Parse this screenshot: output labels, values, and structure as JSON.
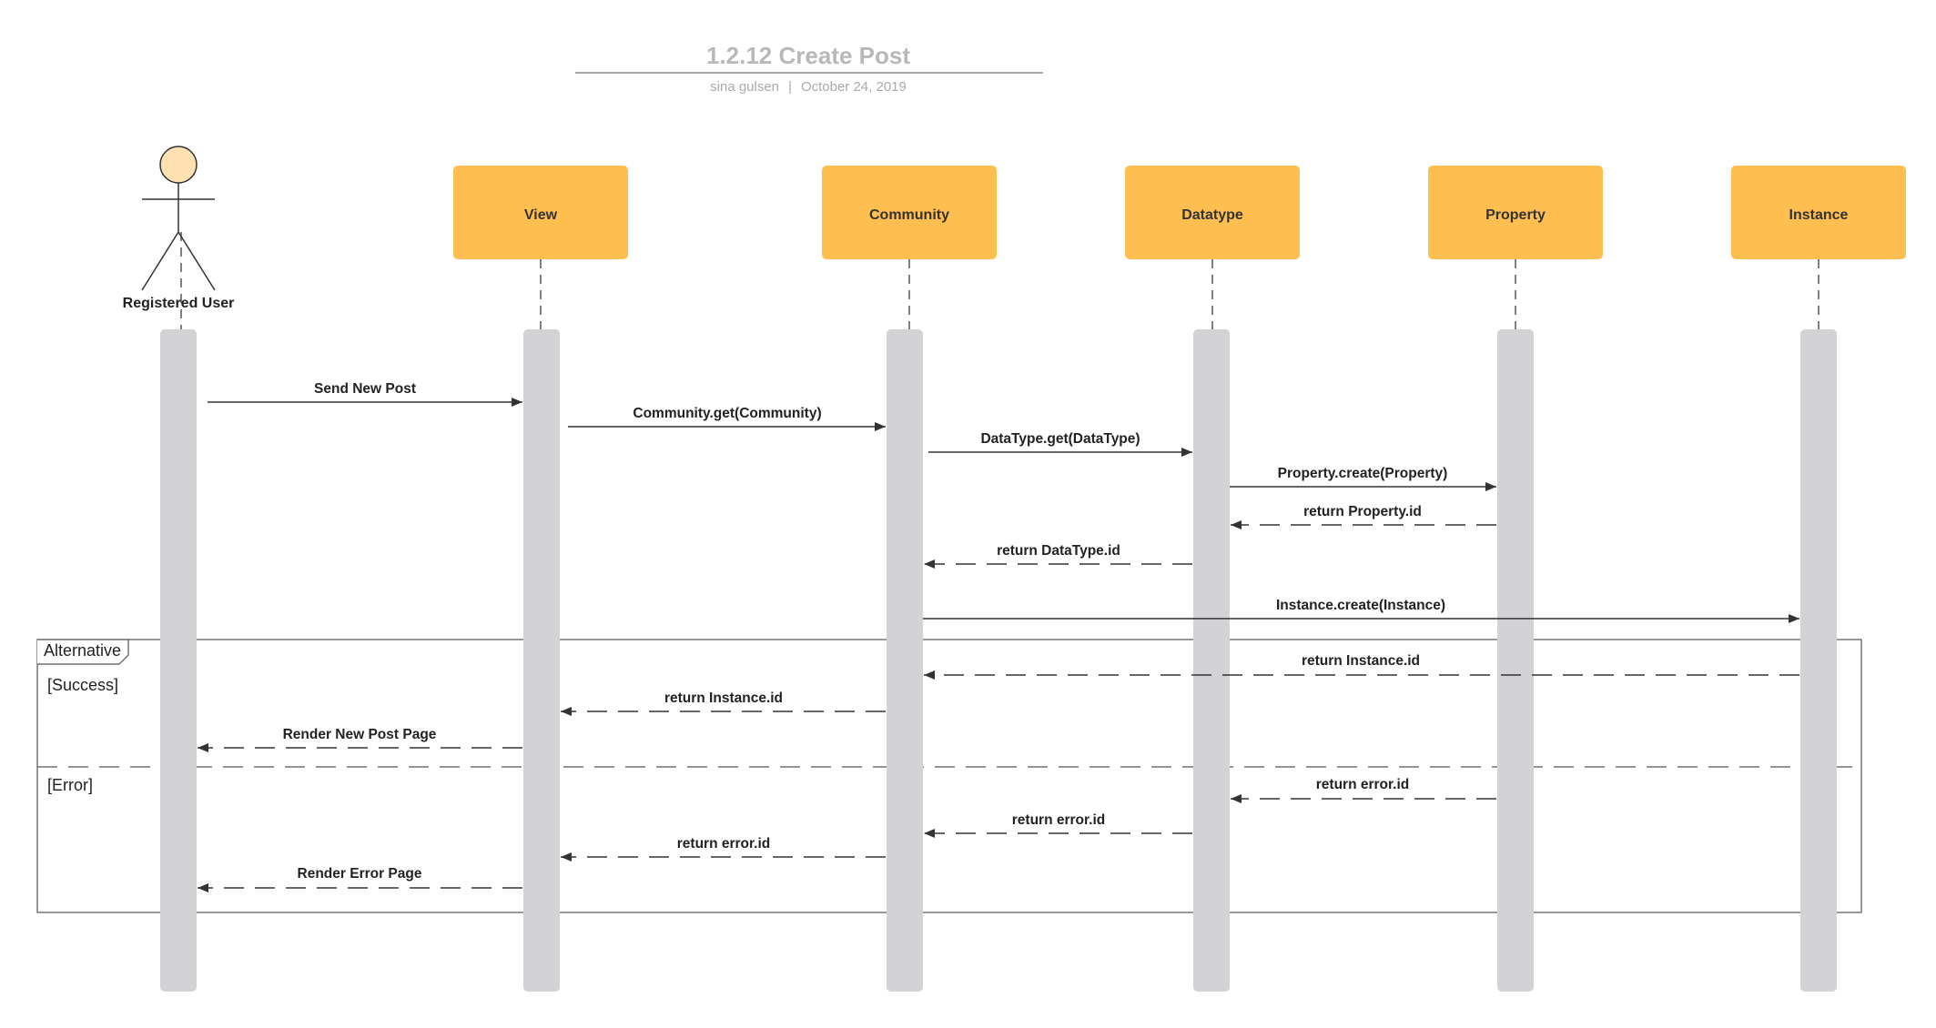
{
  "diagram": {
    "title": "1.2.12 Create Post",
    "author": "sina gulsen",
    "separator": "|",
    "date": "October 24, 2019",
    "participants": [
      {
        "id": "user",
        "label": "Registered User",
        "kind": "actor"
      },
      {
        "id": "view",
        "label": "View",
        "kind": "box"
      },
      {
        "id": "community",
        "label": "Community",
        "kind": "box"
      },
      {
        "id": "datatype",
        "label": "Datatype",
        "kind": "box"
      },
      {
        "id": "property",
        "label": "Property",
        "kind": "box"
      },
      {
        "id": "instance",
        "label": "Instance",
        "kind": "box"
      }
    ],
    "messages": [
      {
        "from": "user",
        "to": "view",
        "label": "Send New Post",
        "style": "solid"
      },
      {
        "from": "view",
        "to": "community",
        "label": "Community.get(Community)",
        "style": "solid"
      },
      {
        "from": "community",
        "to": "datatype",
        "label": "DataType.get(DataType)",
        "style": "solid"
      },
      {
        "from": "datatype",
        "to": "property",
        "label": "Property.create(Property)",
        "style": "solid"
      },
      {
        "from": "property",
        "to": "datatype",
        "label": "return Property.id",
        "style": "dashed"
      },
      {
        "from": "datatype",
        "to": "community",
        "label": "return DataType.id",
        "style": "dashed"
      },
      {
        "from": "community",
        "to": "instance",
        "label": "Instance.create(Instance)",
        "style": "solid"
      },
      {
        "from": "instance",
        "to": "community",
        "label": "return Instance.id",
        "style": "dashed"
      },
      {
        "from": "community",
        "to": "view",
        "label": "return Instance.id",
        "style": "dashed"
      },
      {
        "from": "view",
        "to": "user",
        "label": "Render New Post Page",
        "style": "dashed"
      },
      {
        "from": "property",
        "to": "datatype",
        "label": "return error.id",
        "style": "dashed"
      },
      {
        "from": "datatype",
        "to": "community",
        "label": "return error.id",
        "style": "dashed"
      },
      {
        "from": "community",
        "to": "view",
        "label": "return error.id",
        "style": "dashed"
      },
      {
        "from": "view",
        "to": "user",
        "label": "Render Error Page",
        "style": "dashed"
      }
    ],
    "fragment": {
      "label": "Alternative",
      "guards": [
        "[Success]",
        "[Error]"
      ]
    },
    "colors": {
      "participant_box": "#ffbe50",
      "actor_head": "#ffe0b0",
      "activation_bar": "#d3d3d6",
      "line": "#333333"
    }
  }
}
